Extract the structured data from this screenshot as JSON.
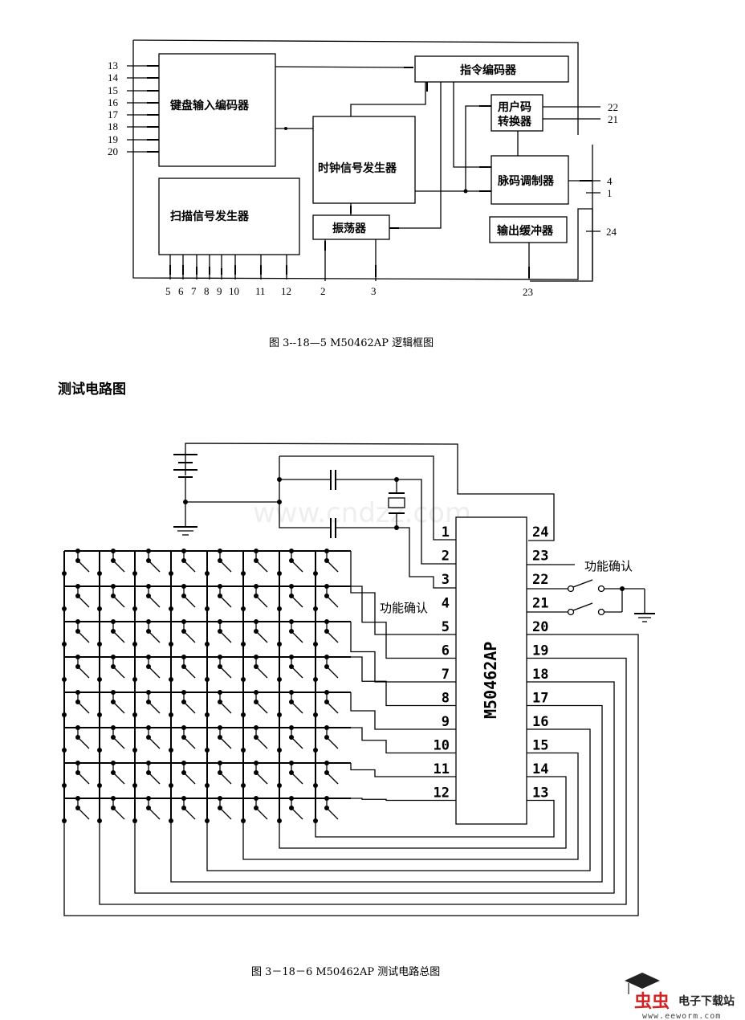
{
  "block_diagram": {
    "blocks": {
      "keyboard_encoder": "键盘输入编码器",
      "instruction_encoder": "指令编码器",
      "clock_generator": "时钟信号发生器",
      "user_code_converter_line1": "用户码",
      "user_code_converter_line2": "转换器",
      "scan_signal_generator": "扫描信号发生器",
      "pulse_modulator": "脉码调制器",
      "oscillator": "振荡器",
      "output_buffer": "输出缓冲器"
    },
    "left_pins": [
      "13",
      "14",
      "15",
      "16",
      "17",
      "18",
      "19",
      "20"
    ],
    "bottom_pins": [
      "5",
      "6",
      "7",
      "8",
      "9",
      "10",
      "11",
      "12"
    ],
    "osc_pins": [
      "2",
      "3"
    ],
    "buffer_pin": "23",
    "right_pins": {
      "p22": "22",
      "p21": "21",
      "p4": "4",
      "p1": "1",
      "p24": "24"
    },
    "caption": "图 3--18—5   M50462AP 逻辑框图"
  },
  "section_title": "测试电路图",
  "test_circuit": {
    "ic_name": "M50462AP",
    "left_pins": [
      "1",
      "2",
      "3",
      "4",
      "5",
      "6",
      "7",
      "8",
      "9",
      "10",
      "11",
      "12"
    ],
    "right_pins": [
      "24",
      "23",
      "22",
      "21",
      "20",
      "19",
      "18",
      "17",
      "16",
      "15",
      "14",
      "13"
    ],
    "function_confirm_label_left": "功能确认",
    "function_confirm_label_right": "功能确认",
    "watermark": "www.cndzz.com",
    "caption": "图 3－18－6   M50462AP 测试电路总图"
  },
  "logo": {
    "brand": "虫虫",
    "name": "电子下载站",
    "url": "www.eeworm.com"
  }
}
